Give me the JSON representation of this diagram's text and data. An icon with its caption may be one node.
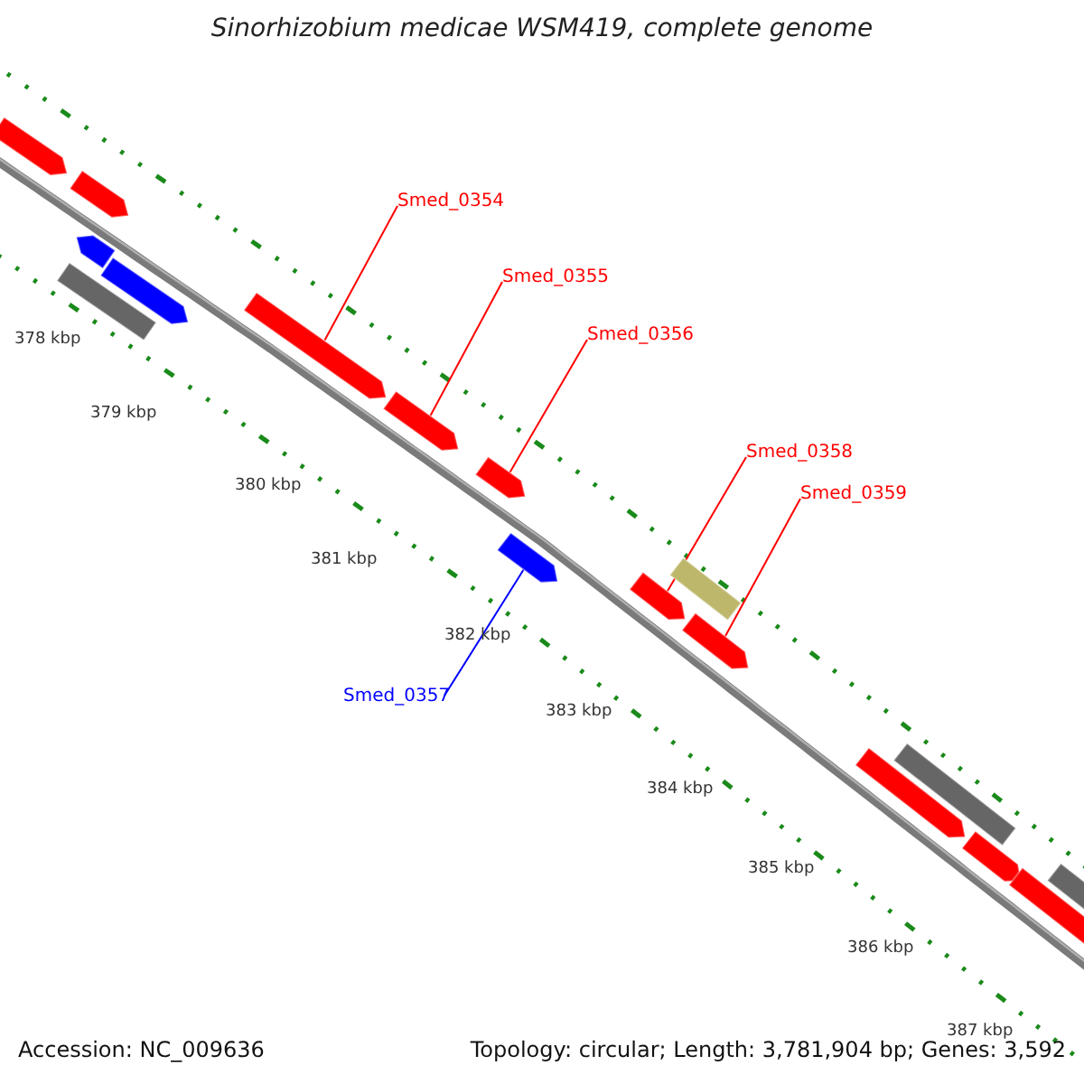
{
  "diagram": {
    "title": "Sinorhizobium medicae WSM419, complete genome",
    "nodes": [
      {
        "text": [
          "Smed_0354"
        ]
      },
      {
        "text": [
          "Smed_0355"
        ]
      },
      {
        "text": [
          "Smed_0356"
        ]
      },
      {
        "text": [
          "Smed_0358"
        ]
      },
      {
        "text": [
          "Smed_0359"
        ]
      },
      {
        "text": [
          "Smed_0357"
        ]
      },
      {
        "text": [],
        "shape": "arrow"
      },
      {
        "text": [],
        "shape": "arrow"
      },
      {
        "text": [],
        "shape": "arrow"
      },
      {
        "text": [],
        "shape": "box"
      },
      {
        "text": [],
        "shape": "arrow"
      },
      {
        "text": [],
        "shape": "arrow"
      },
      {
        "text": [],
        "shape": "arrow"
      },
      {
        "text": [],
        "shape": "arrow"
      },
      {
        "text": [],
        "shape": "arrow"
      },
      {
        "text": [],
        "shape": "arrow"
      },
      {
        "text": [],
        "shape": "box"
      },
      {
        "text": [],
        "shape": "arrow"
      },
      {
        "text": [],
        "shape": "arrow"
      },
      {
        "text": [],
        "shape": "box"
      },
      {
        "text": [],
        "shape": "arrow"
      },
      {
        "text": [],
        "shape": "arrow"
      },
      {
        "text": [],
        "shape": "box"
      }
    ],
    "edges": [
      {
        "from": 0,
        "to": 11,
        "arrow": "none"
      },
      {
        "from": 1,
        "to": 12,
        "arrow": "none"
      },
      {
        "from": 2,
        "to": 13,
        "arrow": "none"
      },
      {
        "from": 3,
        "to": 15,
        "arrow": "none"
      },
      {
        "from": 4,
        "to": 17,
        "arrow": "none"
      },
      {
        "from": 5,
        "to": 14,
        "arrow": "none",
        "color": "#0000ff"
      }
    ],
    "labels": [
      "378 kbp",
      "379 kbp",
      "380 kbp",
      "381 kbp",
      "382 kbp",
      "383 kbp",
      "384 kbp",
      "385 kbp",
      "386 kbp",
      "387 kbp",
      "Accession: NC_009636",
      "Topology: circular; Length: 3,781,904 bp; Genes: 3,592"
    ]
  }
}
